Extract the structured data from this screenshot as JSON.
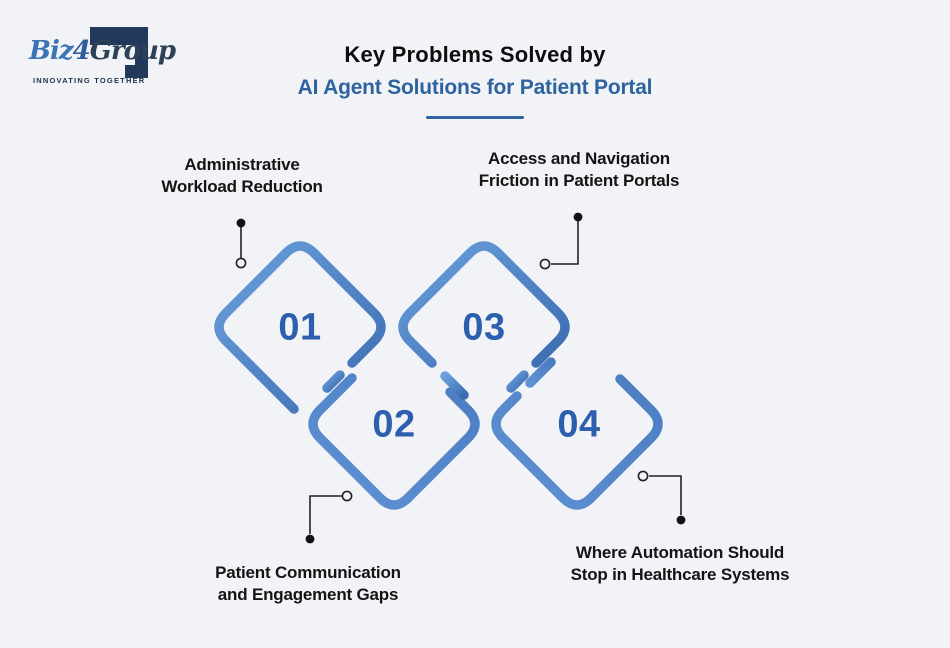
{
  "logo": {
    "name_part1": "Biz",
    "name_part2": "4",
    "name_part3": "Group",
    "tagline": "INNOVATING TOGETHER"
  },
  "header": {
    "title": "Key Problems Solved by",
    "subtitle": "AI Agent Solutions for Patient Portal"
  },
  "diagram": {
    "items": [
      {
        "number": "01",
        "label_line1": "Administrative",
        "label_line2": "Workload Reduction"
      },
      {
        "number": "02",
        "label_line1": "Patient Communication",
        "label_line2": "and Engagement Gaps"
      },
      {
        "number": "03",
        "label_line1": "Access and Navigation",
        "label_line2": "Friction in Patient Portals"
      },
      {
        "number": "04",
        "label_line1": "Where Automation Should",
        "label_line2": "Stop in Healthcare Systems"
      }
    ]
  },
  "colors": {
    "background": "#f1f3f7",
    "accent_blue": "#2e639f",
    "number_blue": "#2c5fae",
    "diamond_stroke_light": "#6ba0dc",
    "diamond_stroke_dark": "#3c6cb1",
    "connector_line": "#222222",
    "title_dark": "#0d0d0d",
    "logo_navy": "#22395b",
    "logo_blue": "#3a74b3",
    "logo_slate": "#2e4156"
  }
}
